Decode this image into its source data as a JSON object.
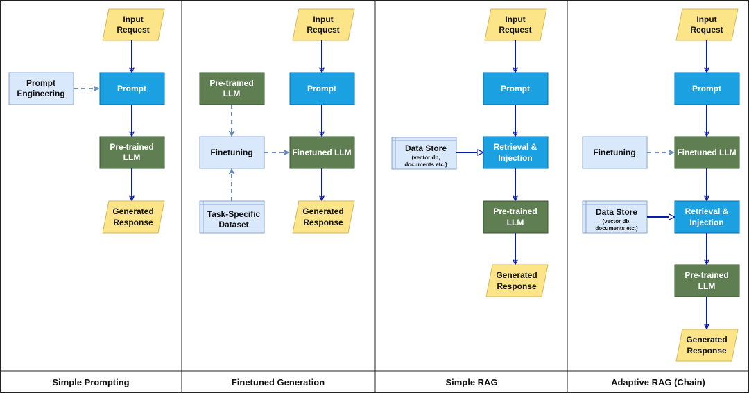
{
  "colors": {
    "io_fill": "#fce489",
    "io_stroke": "#d6b656",
    "prompt_fill": "#1ba1e2",
    "prompt_stroke": "#006eaf",
    "llm_fill": "#5f7f52",
    "llm_stroke": "#3a5431",
    "light_fill": "#dae8fc",
    "light_stroke": "#8aa6cf",
    "solid_arrow": "#0a1aa8",
    "dashed_arrow": "#6c8ebf",
    "text_dark": "#111111",
    "text_light": "#ffffff"
  },
  "columns": [
    {
      "title": "Simple Prompting",
      "nodes": {
        "input": [
          "Input",
          "Request"
        ],
        "prompt_eng": [
          "Prompt",
          "Engineering"
        ],
        "prompt": [
          "Prompt"
        ],
        "llm": [
          "Pre-trained",
          "LLM"
        ],
        "output": [
          "Generated",
          "Response"
        ]
      }
    },
    {
      "title": "Finetuned Generation",
      "nodes": {
        "input": [
          "Input",
          "Request"
        ],
        "pretrained": [
          "Pre-trained",
          "LLM"
        ],
        "prompt": [
          "Prompt"
        ],
        "finetuning": [
          "Finetuning"
        ],
        "finetuned": [
          "Finetuned LLM"
        ],
        "dataset": [
          "Task-Specific",
          "Dataset"
        ],
        "output": [
          "Generated",
          "Response"
        ]
      }
    },
    {
      "title": "Simple RAG",
      "nodes": {
        "input": [
          "Input",
          "Request"
        ],
        "prompt": [
          "Prompt"
        ],
        "datastore_title": "Data Store",
        "datastore_sub": [
          "(vector db,",
          "documents etc.)"
        ],
        "retrieval": [
          "Retrieval &",
          "Injection"
        ],
        "llm": [
          "Pre-trained",
          "LLM"
        ],
        "output": [
          "Generated",
          "Response"
        ]
      }
    },
    {
      "title": "Adaptive RAG (Chain)",
      "nodes": {
        "input": [
          "Input",
          "Request"
        ],
        "prompt": [
          "Prompt"
        ],
        "finetuning": [
          "Finetuning"
        ],
        "finetuned": [
          "Finetuned LLM"
        ],
        "datastore_title": "Data Store",
        "datastore_sub": [
          "(vector db,",
          "documents etc.)"
        ],
        "retrieval": [
          "Retrieval &",
          "Injection"
        ],
        "llm": [
          "Pre-trained",
          "LLM"
        ],
        "output": [
          "Generated",
          "Response"
        ]
      }
    }
  ]
}
